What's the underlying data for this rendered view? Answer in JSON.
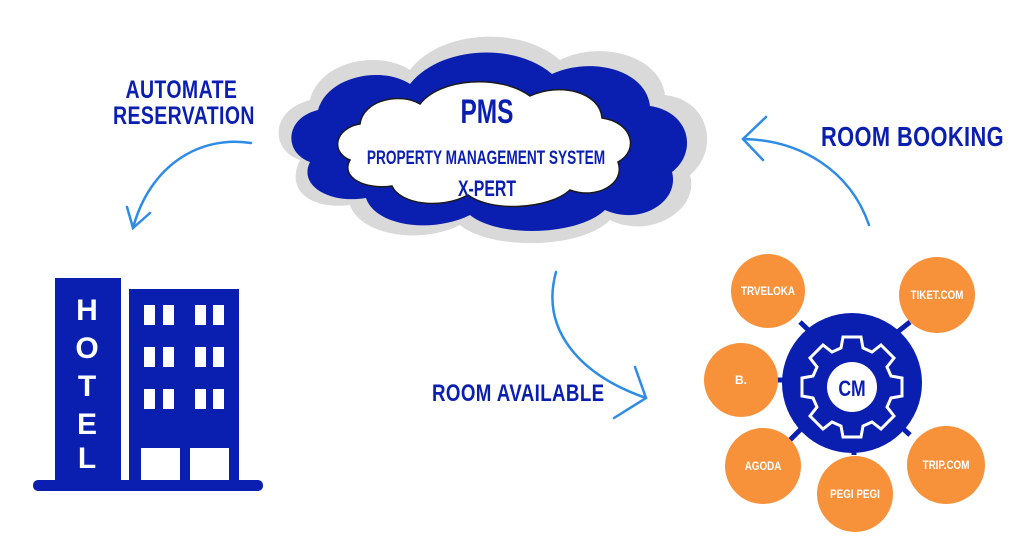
{
  "colors": {
    "primary_blue": "#0a1fb0",
    "arrow_blue": "#2e8be6",
    "orange": "#f7923a",
    "cloud_shadow": "#d9d9d9",
    "white": "#ffffff"
  },
  "cloud": {
    "title": "PMS",
    "subtitle": "PROPERTY MANAGEMENT SYSTEM",
    "product": "X-PERT",
    "icon": "cloud-icon"
  },
  "labels": {
    "automate_line1": "AUTOMATE",
    "automate_line2": "RESERVATION",
    "room_booking": "ROOM BOOKING",
    "room_available": "ROOM AVAILABLE"
  },
  "hotel": {
    "icon": "hotel-building-icon",
    "sign_letters": [
      "H",
      "O",
      "T",
      "E",
      "L"
    ]
  },
  "channel_manager": {
    "label": "CM",
    "icon": "gear-icon",
    "channels": [
      {
        "name": "TRVELOKA"
      },
      {
        "name": "TIKET.COM"
      },
      {
        "name": "B."
      },
      {
        "name": "AGODA"
      },
      {
        "name": "PEGI PEGI"
      },
      {
        "name": "TRIP.COM"
      }
    ]
  }
}
